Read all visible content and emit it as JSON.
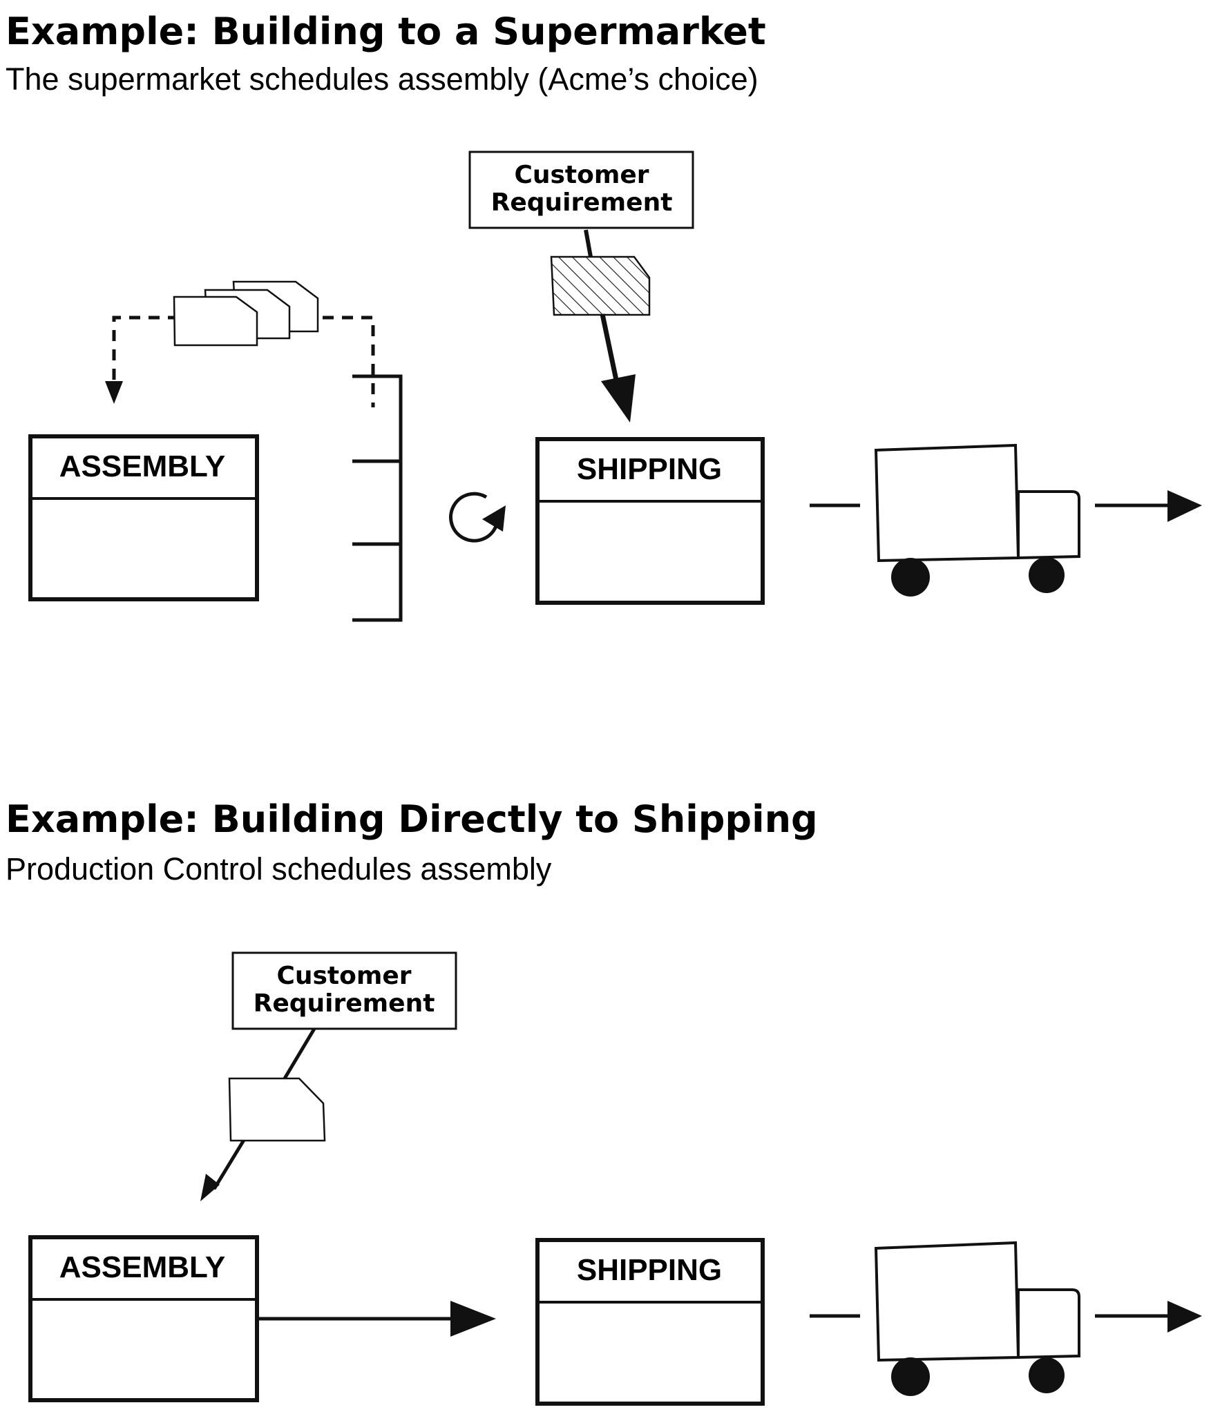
{
  "examples": [
    {
      "title": "Example: Building to a Supermarket",
      "subtitle": "The supermarket schedules assembly (Acme’s choice)",
      "customer_box": {
        "line1": "Customer",
        "line2": "Requirement"
      },
      "assembly_label": "ASSEMBLY",
      "shipping_label": "SHIPPING"
    },
    {
      "title": "Example: Building Directly to Shipping",
      "subtitle": "Production Control schedules assembly",
      "customer_box": {
        "line1": "Customer",
        "line2": "Requirement"
      },
      "assembly_label": "ASSEMBLY",
      "shipping_label": "SHIPPING"
    }
  ],
  "icons": [
    "kanban-card-icon",
    "supermarket-icon",
    "rotation-arrow-icon",
    "truck-icon",
    "hatched-kanban-card-icon"
  ],
  "colors": {
    "ink": "#111111",
    "background": "#ffffff"
  }
}
